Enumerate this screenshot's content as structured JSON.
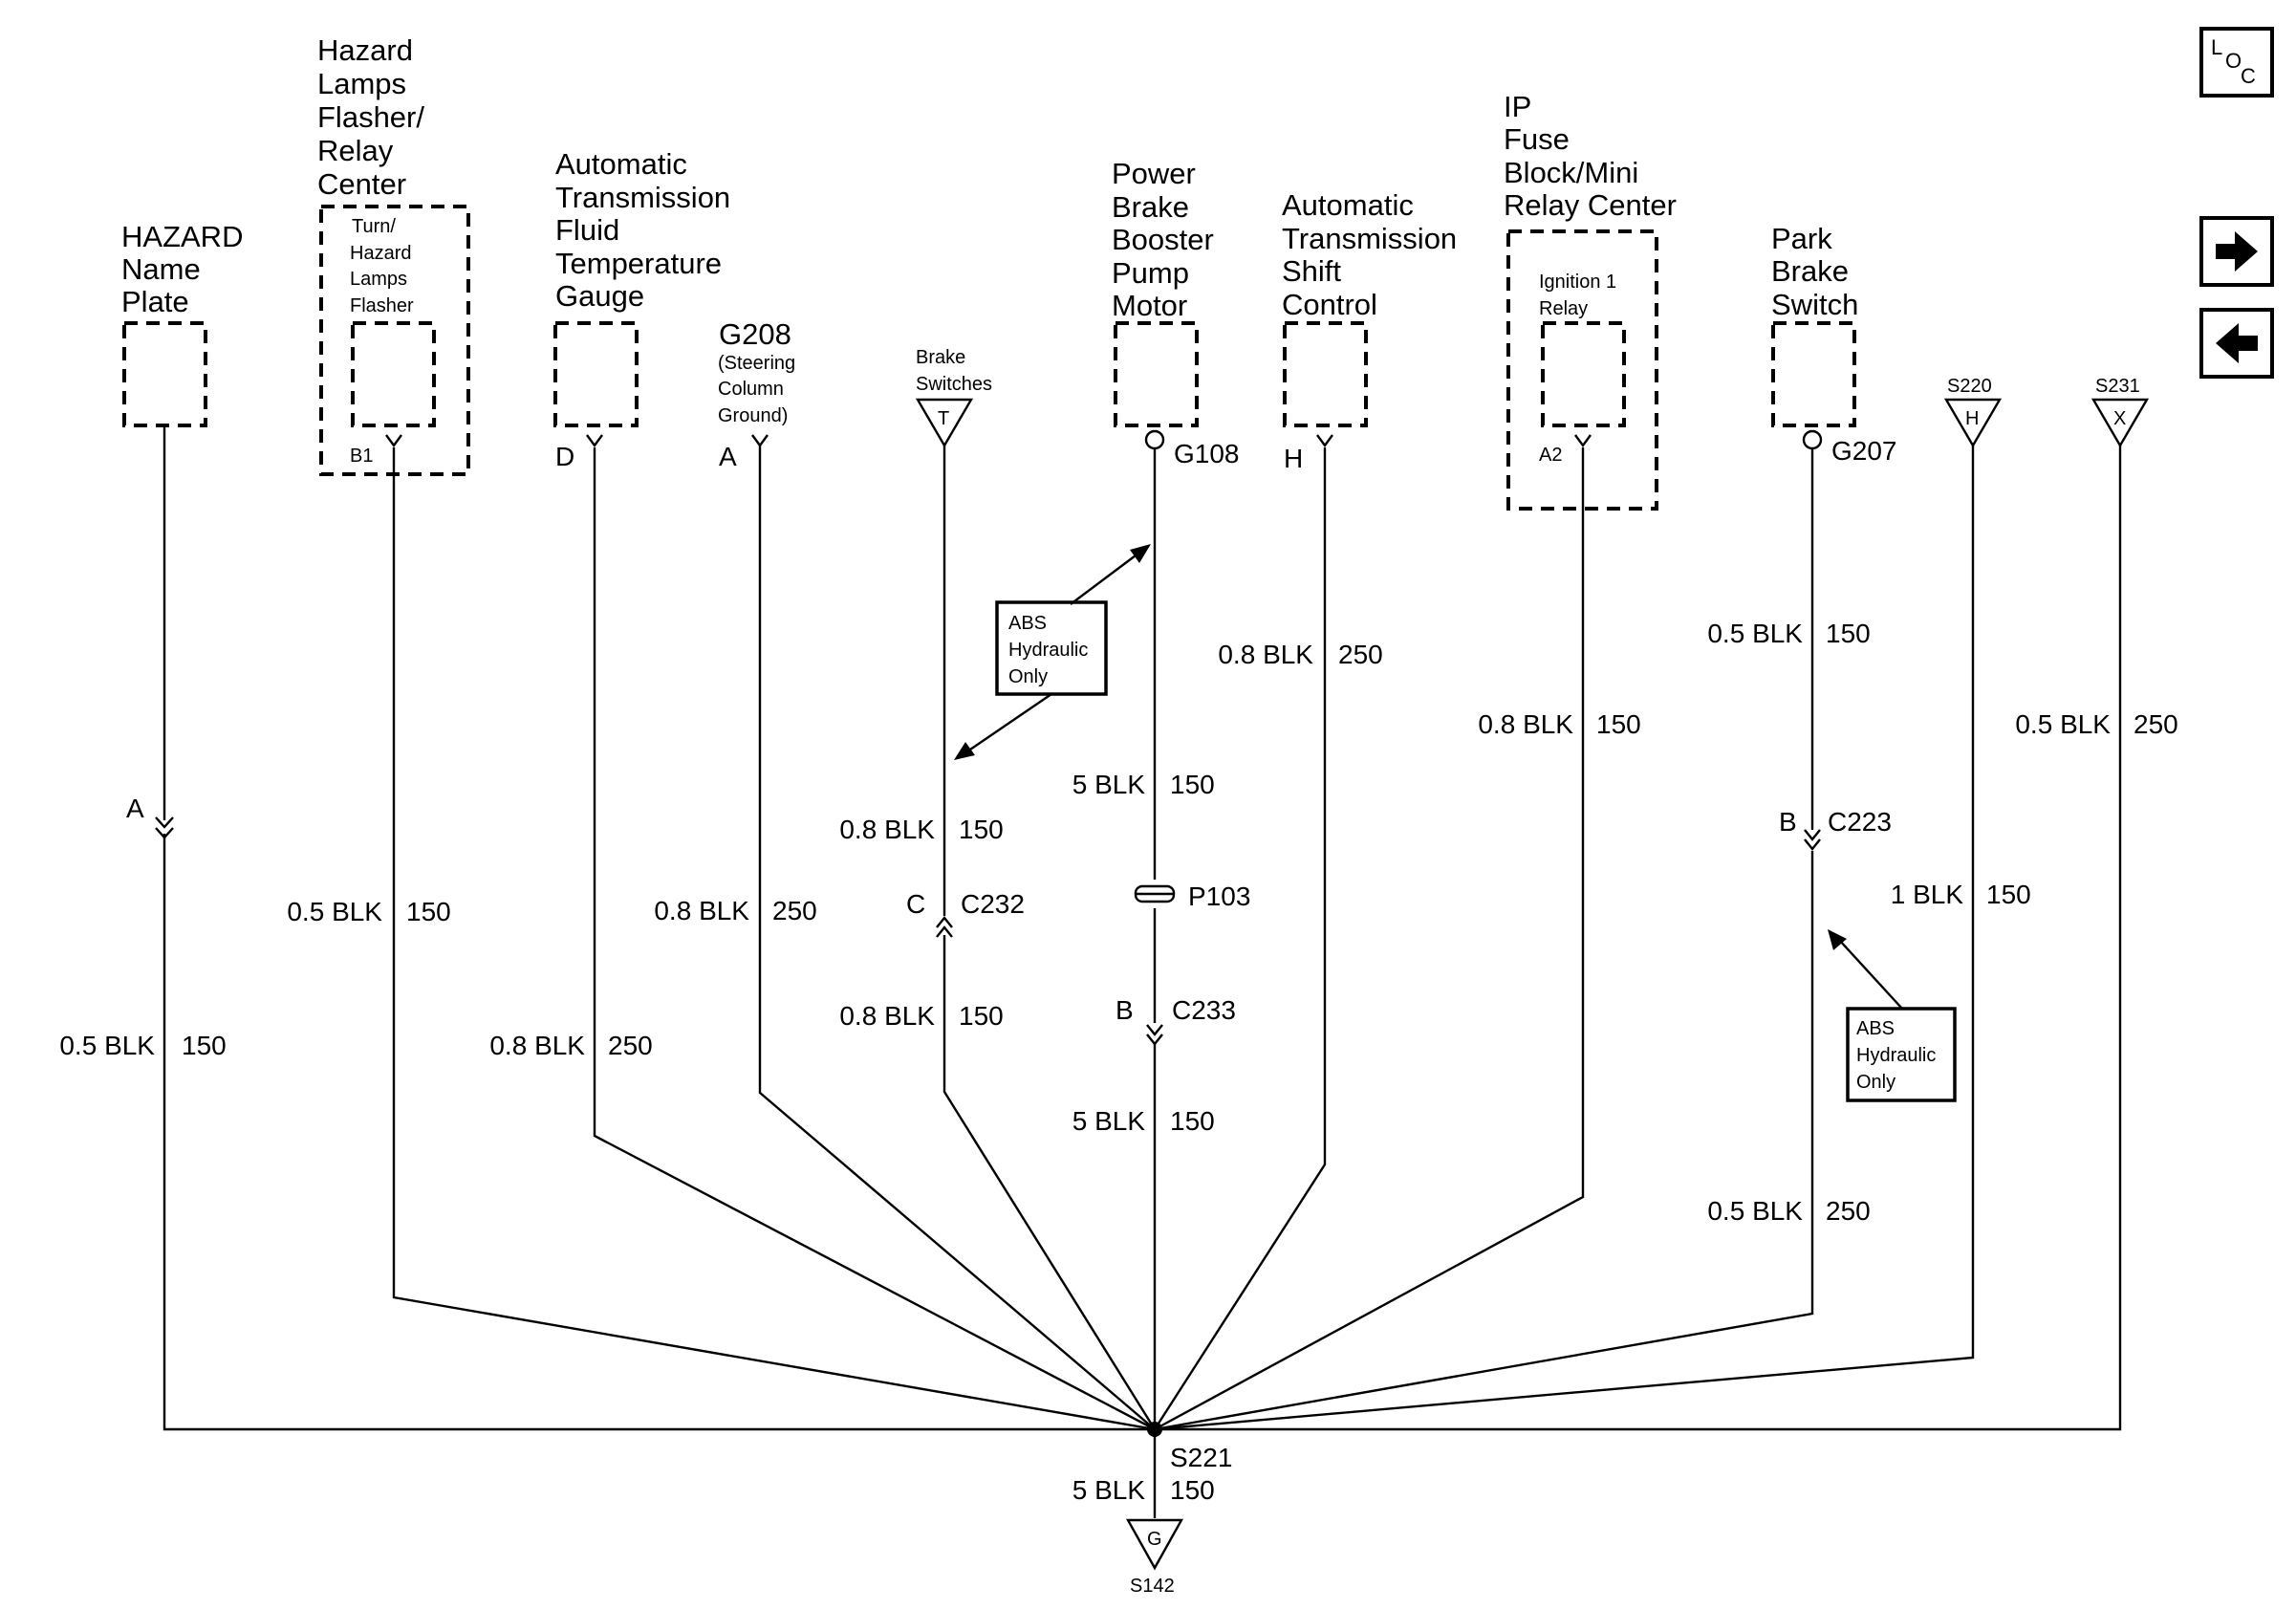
{
  "loc_button": {
    "l": "L",
    "o": "O",
    "c": "C"
  },
  "nav": {
    "next": "→",
    "prev": "←"
  },
  "components": {
    "hazard": {
      "lines": [
        "HAZARD",
        "Name",
        "Plate"
      ],
      "pin": "A"
    },
    "flasher": {
      "lines": [
        "Hazard",
        "Lamps",
        "Flasher/",
        "Relay",
        "Center"
      ],
      "inner": [
        "Turn/",
        "Hazard",
        "Lamps",
        "Flasher"
      ],
      "pin": "B1"
    },
    "trans_gauge": {
      "lines": [
        "Automatic",
        "Transmission",
        "Fluid",
        "Temperature",
        "Gauge"
      ],
      "pin": "D"
    },
    "g208": {
      "lines": [
        "G208"
      ],
      "sub": [
        "(Steering",
        "Column",
        "Ground)"
      ],
      "pin": "A"
    },
    "brake_switches": {
      "lines": [
        "Brake",
        "Switches"
      ],
      "letter": "T"
    },
    "brake_pump": {
      "lines": [
        "Power",
        "Brake",
        "Booster",
        "Pump",
        "Motor"
      ],
      "ground": "G108"
    },
    "shift_control": {
      "lines": [
        "Automatic",
        "Transmission",
        "Shift",
        "Control"
      ],
      "pin": "H"
    },
    "ip_fuse": {
      "lines": [
        "IP",
        "Fuse",
        "Block/Mini",
        "Relay Center"
      ],
      "inner": [
        "Ignition 1",
        "Relay"
      ],
      "pin": "A2"
    },
    "park_brake": {
      "lines": [
        "Park",
        "Brake",
        "Switch"
      ],
      "ground": "G207"
    },
    "s220": {
      "name": "S220",
      "letter": "H"
    },
    "s231": {
      "name": "S231",
      "letter": "X"
    }
  },
  "wire_labels": {
    "w1": {
      "size": "0.5 BLK",
      "circuit": "150"
    },
    "w2": {
      "size": "0.5 BLK",
      "circuit": "150"
    },
    "w3a": {
      "size": "0.8 BLK",
      "circuit": "250"
    },
    "w3b": {
      "size": "0.8 BLK",
      "circuit": "250"
    },
    "w5a": {
      "size": "0.8 BLK",
      "circuit": "150"
    },
    "w5b": {
      "size": "0.8 BLK",
      "circuit": "150"
    },
    "w6a": {
      "size": "5 BLK",
      "circuit": "150"
    },
    "w6b": {
      "size": "5 BLK",
      "circuit": "150"
    },
    "w7": {
      "size": "0.8 BLK",
      "circuit": "250"
    },
    "w8": {
      "size": "0.8 BLK",
      "circuit": "150"
    },
    "w9a": {
      "size": "0.5 BLK",
      "circuit": "150"
    },
    "w9b": {
      "size": "0.5 BLK",
      "circuit": "250"
    },
    "w10": {
      "size": "1 BLK",
      "circuit": "150"
    },
    "w11": {
      "size": "0.5 BLK",
      "circuit": "250"
    },
    "bottom": {
      "size": "5 BLK",
      "circuit": "150"
    }
  },
  "connectors": {
    "hazard_a": "A",
    "c232": {
      "pin": "C",
      "name": "C232"
    },
    "p103": "P103",
    "c233": {
      "pin": "B",
      "name": "C233"
    },
    "c223": {
      "pin": "B",
      "name": "C223"
    }
  },
  "abs_note": [
    "ABS",
    "Hydraulic",
    "Only"
  ],
  "splice": "S221",
  "bottom_ground": {
    "letter": "G",
    "name": "S142"
  }
}
